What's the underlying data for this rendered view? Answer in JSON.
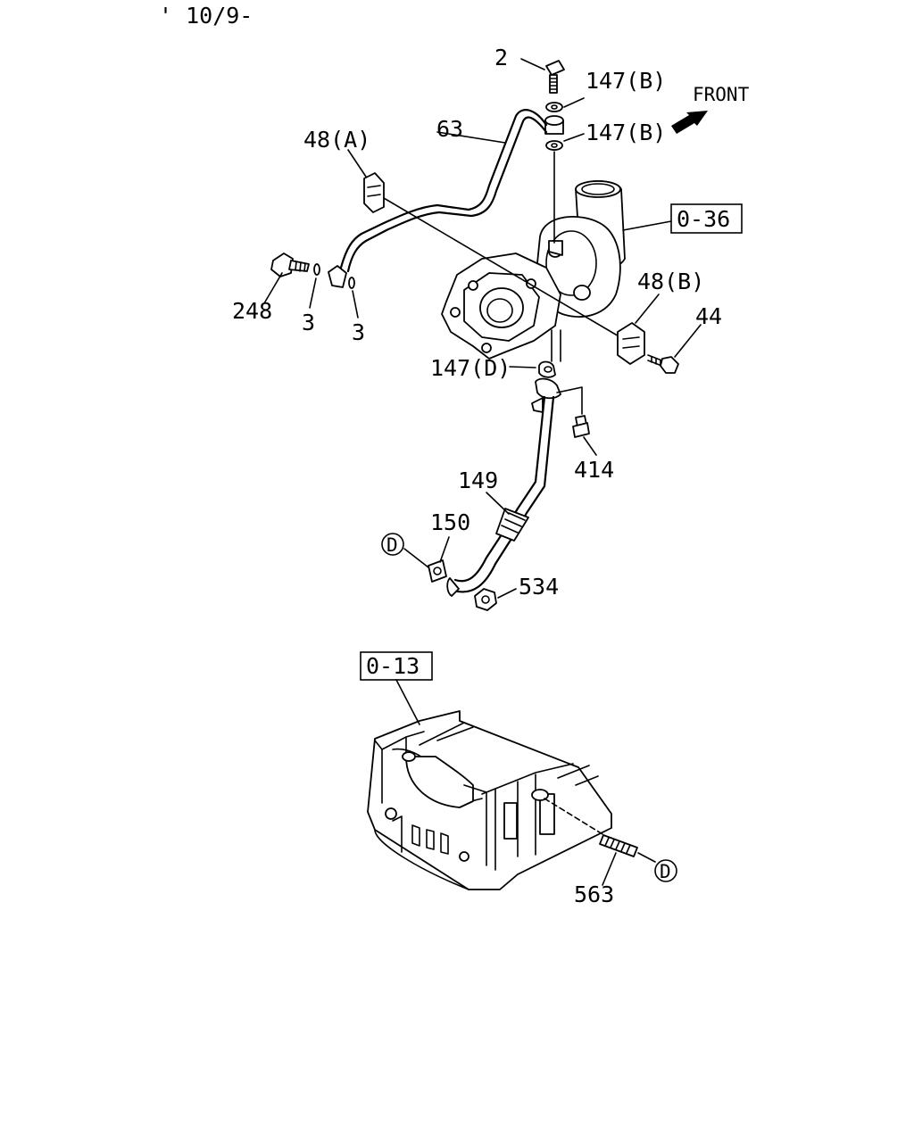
{
  "header": {
    "revision": "' 10/9-"
  },
  "front_label": "FRONT",
  "refs": {
    "turbo_ref": "0-36",
    "block_ref": "0-13"
  },
  "circle_marks": {
    "d1": "D",
    "d2": "D"
  },
  "callouts": {
    "c2": "2",
    "c147b_top": "147(B)",
    "c147b_mid": "147(B)",
    "c63": "63",
    "c48a": "48(A)",
    "c248": "248",
    "c3a": "3",
    "c3b": "3",
    "c48b": "48(B)",
    "c44": "44",
    "c147d": "147(D)",
    "c414": "414",
    "c149": "149",
    "c150": "150",
    "c534": "534",
    "c563": "563"
  }
}
